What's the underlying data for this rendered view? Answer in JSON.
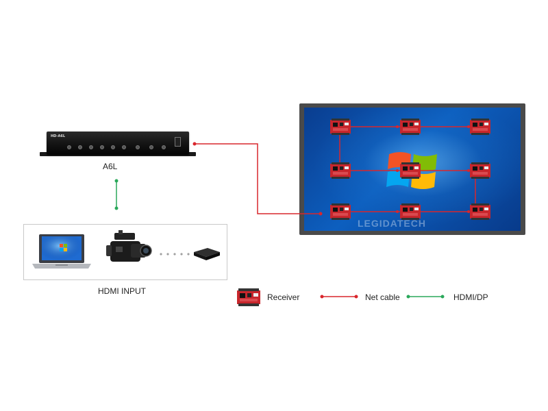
{
  "device": {
    "name_label": "A6L",
    "brand_text": "HD-A6L"
  },
  "input": {
    "label": "HDMI INPUT"
  },
  "screen": {
    "watermark": "LEGIDATECH"
  },
  "legend": {
    "receiver_label": "Receiver",
    "net_cable_label": "Net cable",
    "hdmi_dp_label": "HDMI/DP"
  },
  "colors": {
    "net_cable": "#d9262c",
    "hdmi_dp": "#2aa85a",
    "receiver_board": "#c8262c",
    "screen_blue": "#0d5fbf"
  },
  "icons": {
    "laptop": "laptop-icon",
    "camcorder": "camcorder-icon",
    "media_box": "media-box-icon",
    "receiver": "receiver-card-icon",
    "windows_logo": "windows-logo-icon"
  }
}
